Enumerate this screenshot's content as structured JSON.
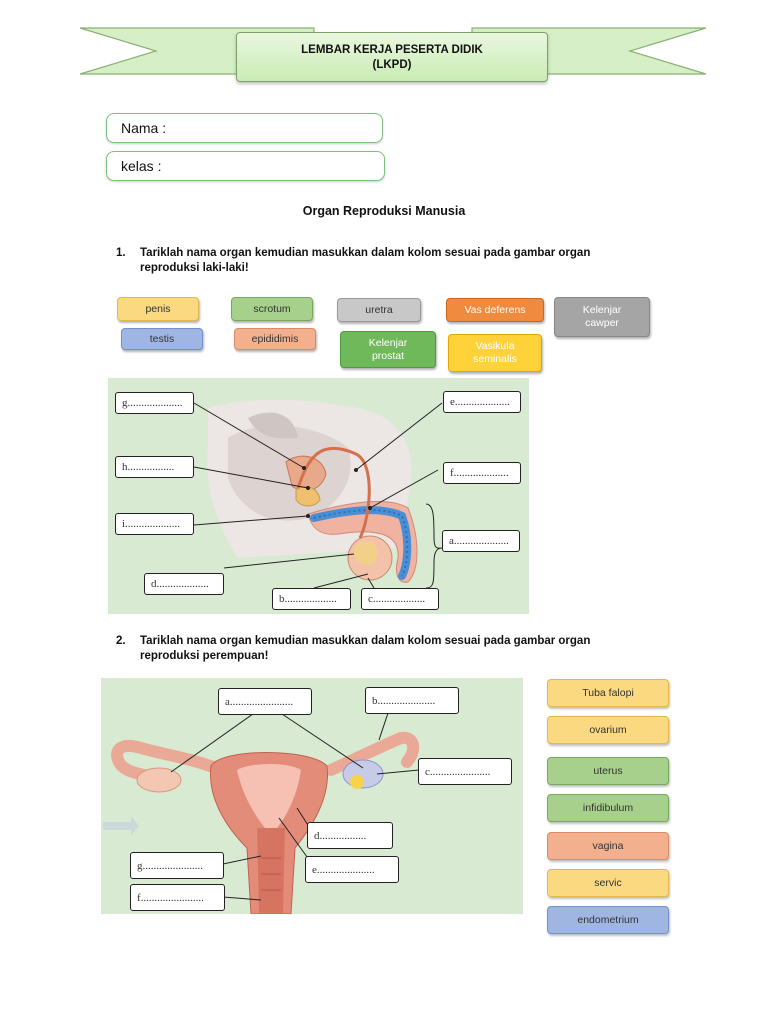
{
  "header": {
    "line1": "LEMBAR KERJA PESERTA DIDIK",
    "line2": "(LKPD)"
  },
  "form": {
    "nama_label": "Nama :",
    "kelas_label": "kelas :"
  },
  "title": "Organ Reproduksi Manusia",
  "section1": {
    "number": "1.",
    "line1": "Tariklah nama organ kemudian  masukkan dalam kolom sesuai pada gambar organ",
    "line2": "reproduksi laki-laki!",
    "chips": [
      "penis",
      "testis",
      "scrotum",
      "epididimis",
      "uretra",
      "Kelenjar prostat",
      "Vas deferens",
      "Vasikula seminalis",
      "Kelenjar cawper"
    ],
    "labels": {
      "g": "g....................",
      "h": "h.................",
      "i": "i....................",
      "d": "d...................",
      "b": "b...................",
      "c": "c...................",
      "e": "e....................",
      "f": "f....................",
      "a": "a...................."
    }
  },
  "section2": {
    "number": "2.",
    "line1": "Tariklah nama organ kemudian  masukkan dalam kolom sesuai pada gambar organ",
    "line2": "reproduksi perempuan!",
    "chips": [
      "Tuba falopi",
      "ovarium",
      "uterus",
      "infidibulum",
      "vagina",
      "servic",
      "endometrium"
    ],
    "labels": {
      "a": "a.......................",
      "b": "b.....................",
      "c": "c......................",
      "d": "d.................",
      "e": "e.....................",
      "g": "g......................",
      "f": "f......................."
    }
  }
}
